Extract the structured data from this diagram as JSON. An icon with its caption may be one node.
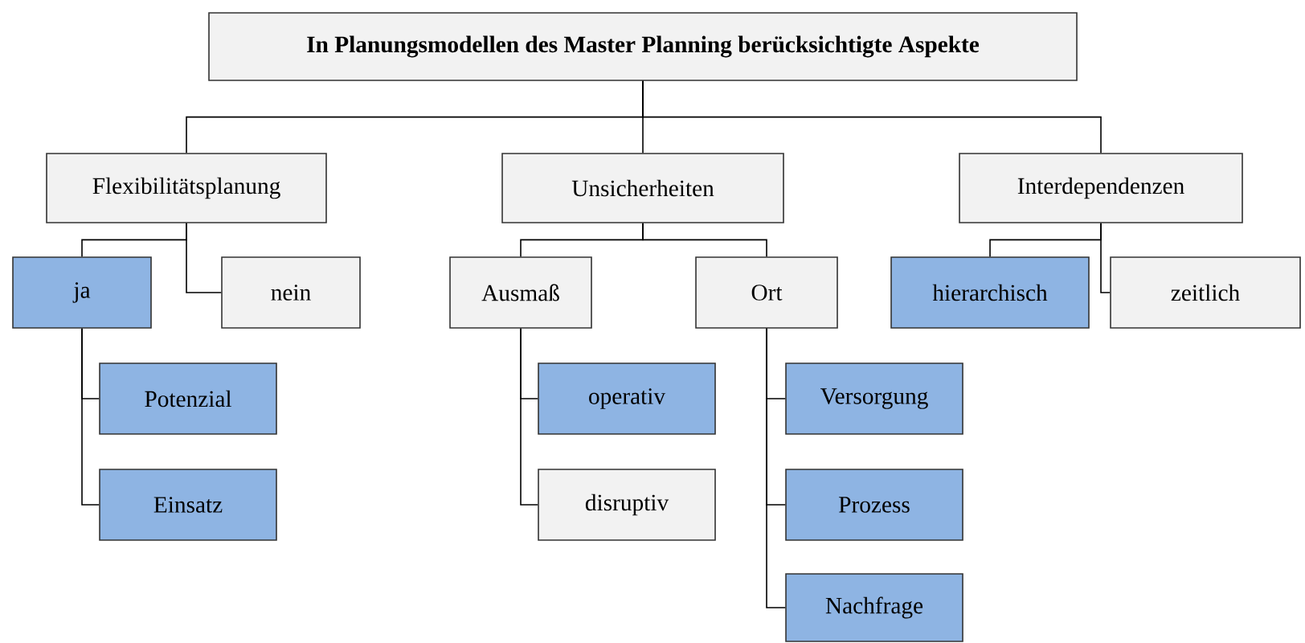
{
  "diagram": {
    "nodes": [
      {
        "text": [
          "In Planungsmodellen des Master Planning berücksichtigte Aspekte"
        ]
      },
      {
        "text": [
          "Flexibilitätsplanung"
        ]
      },
      {
        "text": [
          "Unsicherheiten"
        ]
      },
      {
        "text": [
          "Interdependenzen"
        ]
      },
      {
        "text": [
          "ja"
        ]
      },
      {
        "text": [
          "nein"
        ]
      },
      {
        "text": [
          "Ausmaß"
        ]
      },
      {
        "text": [
          "Ort"
        ]
      },
      {
        "text": [
          "hierarchisch"
        ]
      },
      {
        "text": [
          "zeitlich"
        ]
      },
      {
        "text": [
          "Potenzial"
        ]
      },
      {
        "text": [
          "Einsatz"
        ]
      },
      {
        "text": [
          "operativ"
        ]
      },
      {
        "text": [
          "disruptiv"
        ]
      },
      {
        "text": [
          "Versorgung"
        ]
      },
      {
        "text": [
          "Prozess"
        ]
      },
      {
        "text": [
          "Nachfrage"
        ]
      }
    ],
    "edges": [
      {
        "from": 0,
        "to": 1,
        "arrow": "none"
      },
      {
        "from": 0,
        "to": 2,
        "arrow": "none"
      },
      {
        "from": 0,
        "to": 3,
        "arrow": "none"
      },
      {
        "from": 1,
        "to": 4,
        "arrow": "none"
      },
      {
        "from": 1,
        "to": 5,
        "arrow": "none"
      },
      {
        "from": 2,
        "to": 6,
        "arrow": "none"
      },
      {
        "from": 2,
        "to": 7,
        "arrow": "none"
      },
      {
        "from": 3,
        "to": 8,
        "arrow": "none"
      },
      {
        "from": 3,
        "to": 9,
        "arrow": "none"
      },
      {
        "from": 4,
        "to": 10,
        "arrow": "none"
      },
      {
        "from": 4,
        "to": 11,
        "arrow": "none"
      },
      {
        "from": 6,
        "to": 12,
        "arrow": "none"
      },
      {
        "from": 6,
        "to": 13,
        "arrow": "none"
      },
      {
        "from": 7,
        "to": 14,
        "arrow": "none"
      },
      {
        "from": 7,
        "to": 15,
        "arrow": "none"
      },
      {
        "from": 7,
        "to": 16,
        "arrow": "none"
      }
    ]
  }
}
